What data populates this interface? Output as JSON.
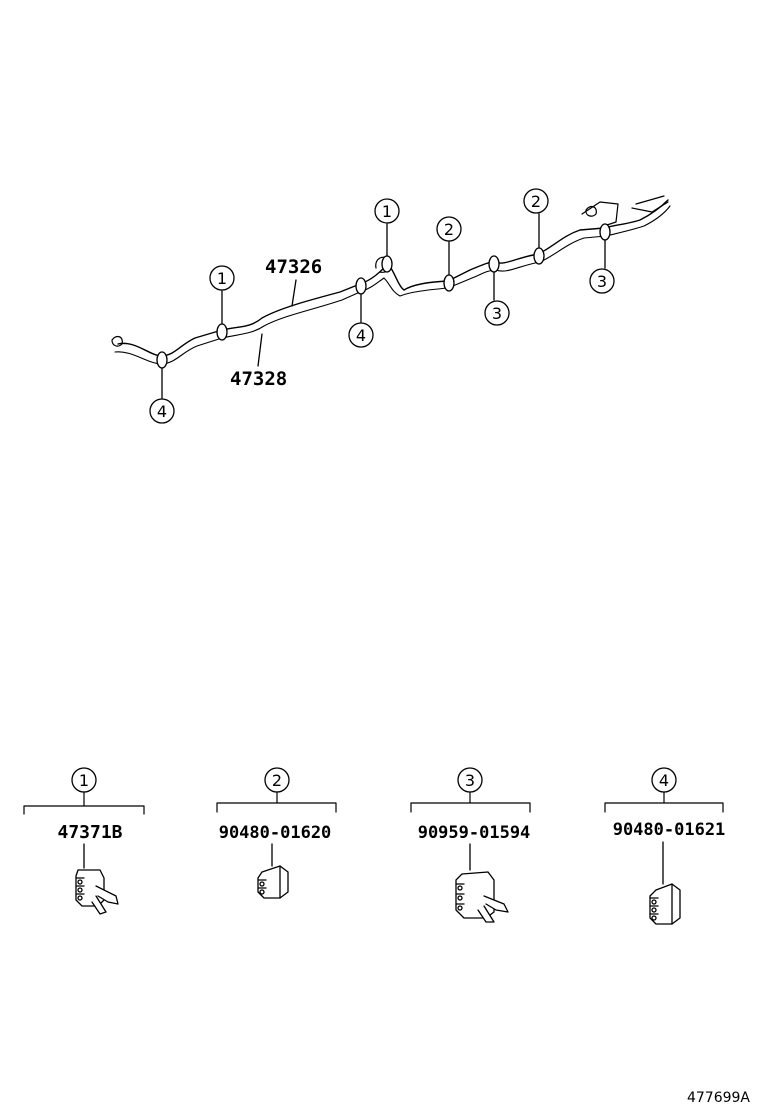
{
  "diagram": {
    "callouts": [
      "1",
      "2",
      "3",
      "4"
    ],
    "pipe_labels": {
      "upper": "47326",
      "lower": "47328"
    },
    "parts": [
      {
        "callout": "1",
        "part_number": "47371B"
      },
      {
        "callout": "2",
        "part_number": "90480-01620"
      },
      {
        "callout": "3",
        "part_number": "90959-01594"
      },
      {
        "callout": "4",
        "part_number": "90480-01621"
      }
    ],
    "figure_code": "477699A"
  }
}
